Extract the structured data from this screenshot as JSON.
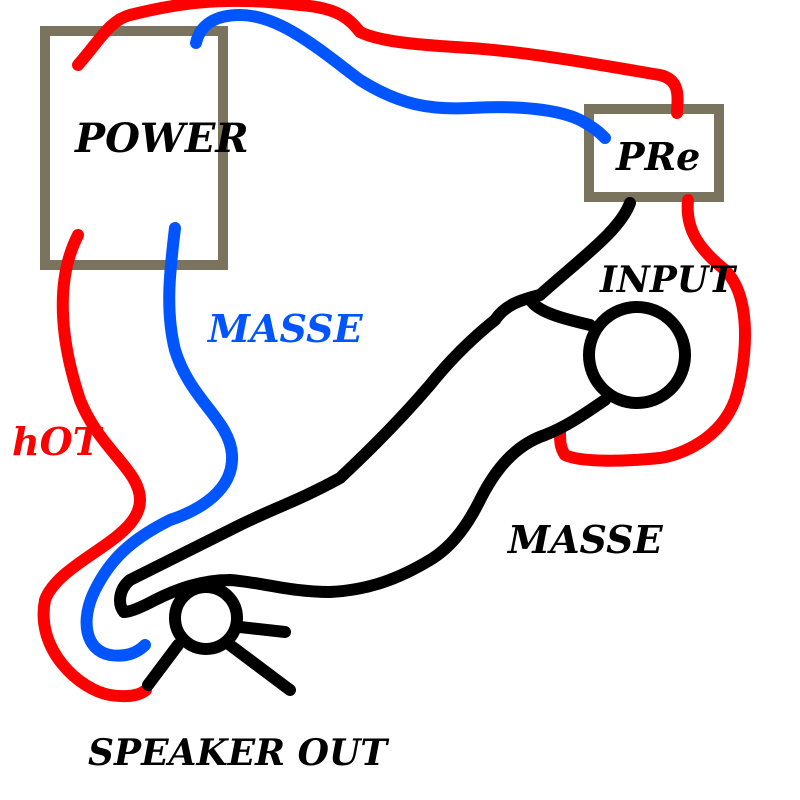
{
  "labels": {
    "power": "POWER",
    "pre": "PRe",
    "input": "INPUT",
    "masse_blue": "MASSE",
    "masse_black": "MASSE",
    "hot": "hOT",
    "speaker_out": "SPEAKER OUT"
  },
  "colors": {
    "hot_wire": "#ff0000",
    "masse_wire": "#0055ff",
    "signal_wire": "#000000",
    "box_border": "#7a735e",
    "background": "#ffffff"
  }
}
